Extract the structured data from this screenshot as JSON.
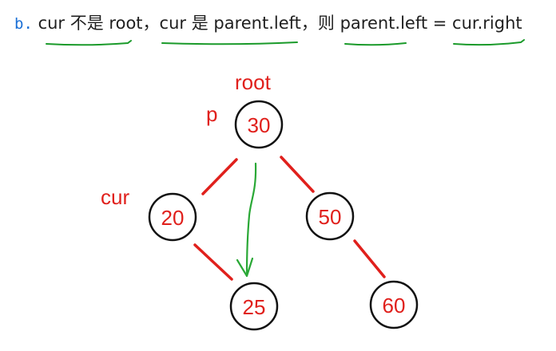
{
  "caption": {
    "marker": "b.",
    "parts": [
      "cur 不是 root",
      "cur 是 parent.left",
      "则 parent.left = cur.right"
    ],
    "separator": "，",
    "text_color": "#1f1f1f",
    "marker_color": "#1a6fd6",
    "underline_color": "#1a9a2a"
  },
  "diagram": {
    "nodes": [
      {
        "id": "n30",
        "value": "30"
      },
      {
        "id": "n20",
        "value": "20"
      },
      {
        "id": "n50",
        "value": "50"
      },
      {
        "id": "n25",
        "value": "25"
      },
      {
        "id": "n60",
        "value": "60"
      }
    ],
    "edges": [
      {
        "from": "n30",
        "to": "n20"
      },
      {
        "from": "n30",
        "to": "n50"
      },
      {
        "from": "n20",
        "to": "n25"
      },
      {
        "from": "n50",
        "to": "n60"
      }
    ],
    "pointer": {
      "from": "n30",
      "to": "n25"
    },
    "labels": {
      "root": "root",
      "p": "p",
      "cur": "cur"
    },
    "colors": {
      "node_stroke": "#111111",
      "node_text": "#e0201c",
      "edge": "#e0201c",
      "label": "#e0201c",
      "pointer": "#2aa836"
    }
  }
}
